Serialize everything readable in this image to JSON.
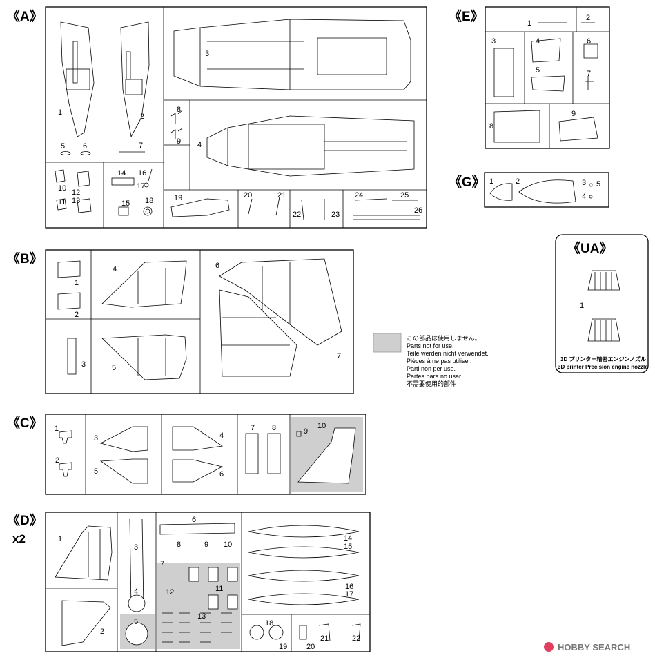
{
  "sections": {
    "A": "《A》",
    "B": "《B》",
    "C": "《C》",
    "D": "《D》",
    "D_qty": "x2",
    "E": "《E》",
    "G": "《G》",
    "UA": "《UA》"
  },
  "parts": {
    "A": [
      "1",
      "2",
      "3",
      "4",
      "5",
      "6",
      "7",
      "8",
      "9",
      "10",
      "11",
      "12",
      "13",
      "14",
      "15",
      "16",
      "17",
      "18",
      "19",
      "20",
      "21",
      "22",
      "23",
      "24",
      "25",
      "26"
    ],
    "B": [
      "1",
      "2",
      "3",
      "4",
      "5",
      "6",
      "7"
    ],
    "C": [
      "1",
      "2",
      "3",
      "4",
      "5",
      "6",
      "7",
      "8",
      "9",
      "10"
    ],
    "D": [
      "1",
      "2",
      "3",
      "4",
      "5",
      "6",
      "7",
      "8",
      "9",
      "10",
      "11",
      "12",
      "13",
      "14",
      "15",
      "16",
      "17",
      "18",
      "19",
      "20",
      "21",
      "22"
    ],
    "E": [
      "1",
      "2",
      "3",
      "4",
      "5",
      "6",
      "7",
      "8",
      "9"
    ],
    "G": [
      "1",
      "2",
      "3",
      "4",
      "5"
    ],
    "UA": [
      "1"
    ]
  },
  "legend": {
    "lines": [
      "この部品は使用しません。",
      "Parts not for use.",
      "Teile werden nicht verwendet.",
      "Pièces à ne pas utiliser.",
      "Parti non per uso.",
      "Partes para no usar.",
      "不需要使用的部件"
    ],
    "swatch_color": "#cfcfcf"
  },
  "ua_caption": {
    "jp": "3D プリンター精密エンジンノズル",
    "en": "3D printer Precision engine nozzle"
  },
  "watermark": "HOBBY SEARCH"
}
